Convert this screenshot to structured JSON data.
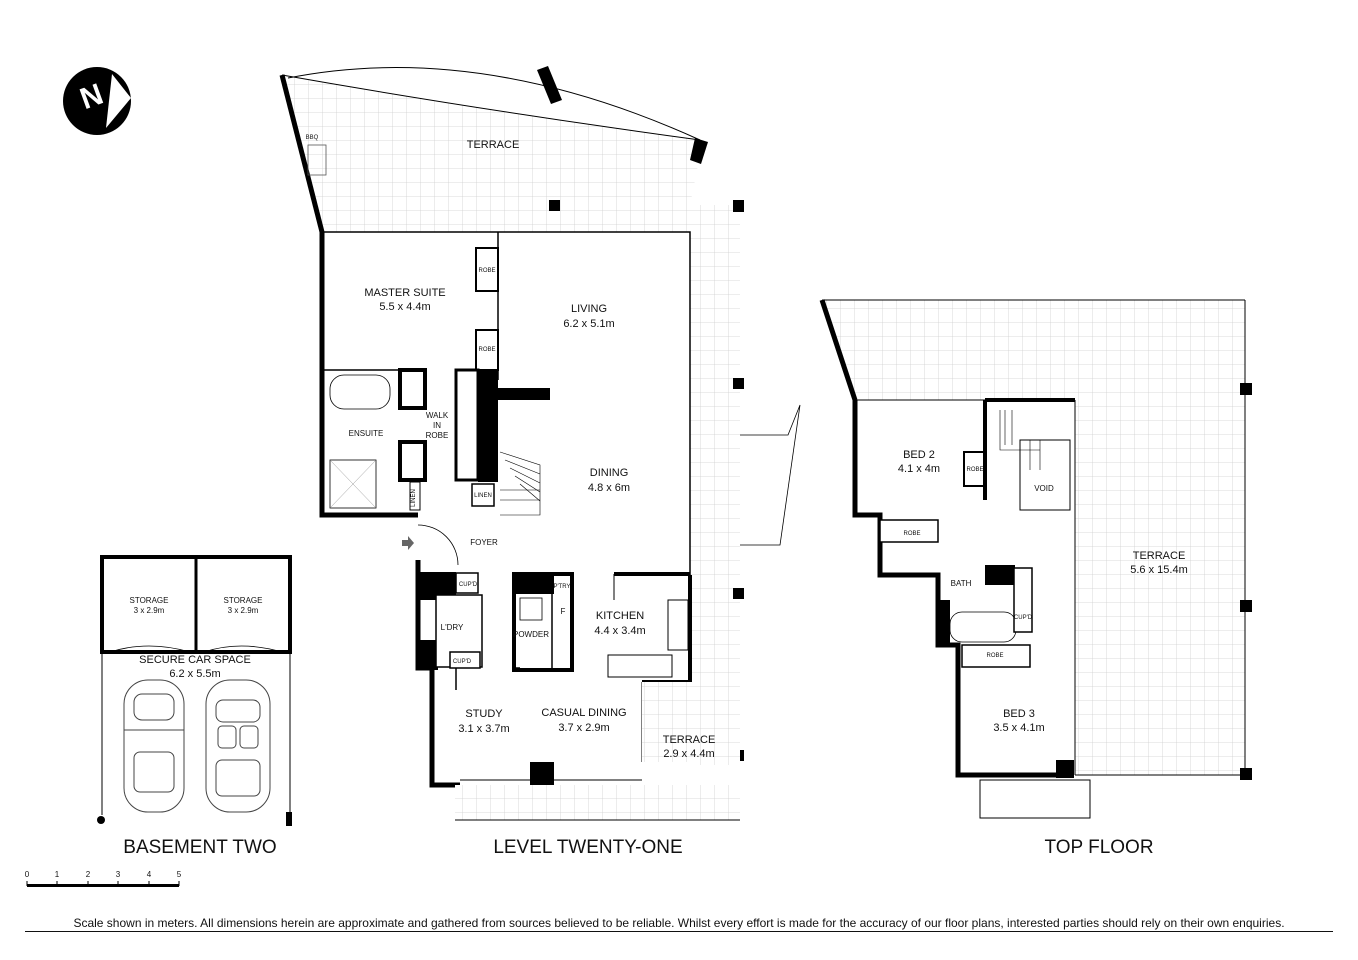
{
  "compass": {
    "letter": "N",
    "icon": "north-arrow-icon"
  },
  "floors": {
    "basement": {
      "title": "BASEMENT TWO"
    },
    "level": {
      "title": "LEVEL TWENTY-ONE"
    },
    "top": {
      "title": "TOP FLOOR"
    }
  },
  "basement_rooms": {
    "storage_1": {
      "name": "STORAGE",
      "dims": "3 x 2.9m"
    },
    "storage_2": {
      "name": "STORAGE",
      "dims": "3 x 2.9m"
    },
    "car_space": {
      "name": "SECURE CAR SPACE",
      "dims": "6.2 x 5.5m"
    }
  },
  "level_rooms": {
    "terrace_north": {
      "name": "TERRACE"
    },
    "bbq": {
      "name": "BBQ"
    },
    "master_suite": {
      "name": "MASTER SUITE",
      "dims": "5.5 x 4.4m"
    },
    "robe_1": {
      "name": "ROBE"
    },
    "robe_2": {
      "name": "ROBE"
    },
    "living": {
      "name": "LIVING",
      "dims": "6.2 x 5.1m"
    },
    "walk_in_robe": {
      "line1": "WALK",
      "line2": "IN",
      "line3": "ROBE"
    },
    "ensuite": {
      "name": "ENSUITE"
    },
    "dining": {
      "name": "DINING",
      "dims": "4.8 x 6m"
    },
    "linen_1": {
      "name": "LINEN"
    },
    "linen_2": {
      "name": "LINEN"
    },
    "foyer": {
      "name": "FOYER"
    },
    "cupd_1": {
      "name": "CUP'D"
    },
    "cupd_2": {
      "name": "CUP'D"
    },
    "ldry": {
      "name": "L'DRY"
    },
    "pantry": {
      "name": "P'TRY"
    },
    "fridge": {
      "name": "F"
    },
    "powder": {
      "name": "POWDER"
    },
    "kitchen": {
      "name": "KITCHEN",
      "dims": "4.4 x 3.4m"
    },
    "study": {
      "name": "STUDY",
      "dims": "3.1 x 3.7m"
    },
    "casual_dining": {
      "name": "CASUAL DINING",
      "dims": "3.7 x 2.9m"
    },
    "terrace_south": {
      "name": "TERRACE",
      "dims": "2.9 x 4.4m"
    }
  },
  "top_rooms": {
    "bed_2": {
      "name": "BED 2",
      "dims": "4.1 x 4m"
    },
    "robe_1": {
      "name": "ROBE"
    },
    "robe_2": {
      "name": "ROBE"
    },
    "robe_3": {
      "name": "ROBE"
    },
    "void": {
      "name": "VOID"
    },
    "bath": {
      "name": "BATH"
    },
    "cupd": {
      "name": "CUP'D"
    },
    "terrace": {
      "name": "TERRACE",
      "dims": "5.6 x 15.4m"
    },
    "bed_3": {
      "name": "BED 3",
      "dims": "3.5 x 4.1m"
    }
  },
  "scale_bar": {
    "ticks": [
      "0",
      "1",
      "2",
      "3",
      "4",
      "5"
    ],
    "unit": "meters"
  },
  "disclaimer": "Scale shown in meters. All dimensions herein are approximate and gathered from sources believed to be  reliable. Whilst every effort is made for the accuracy of our floor plans, interested parties should rely on their own enquiries."
}
